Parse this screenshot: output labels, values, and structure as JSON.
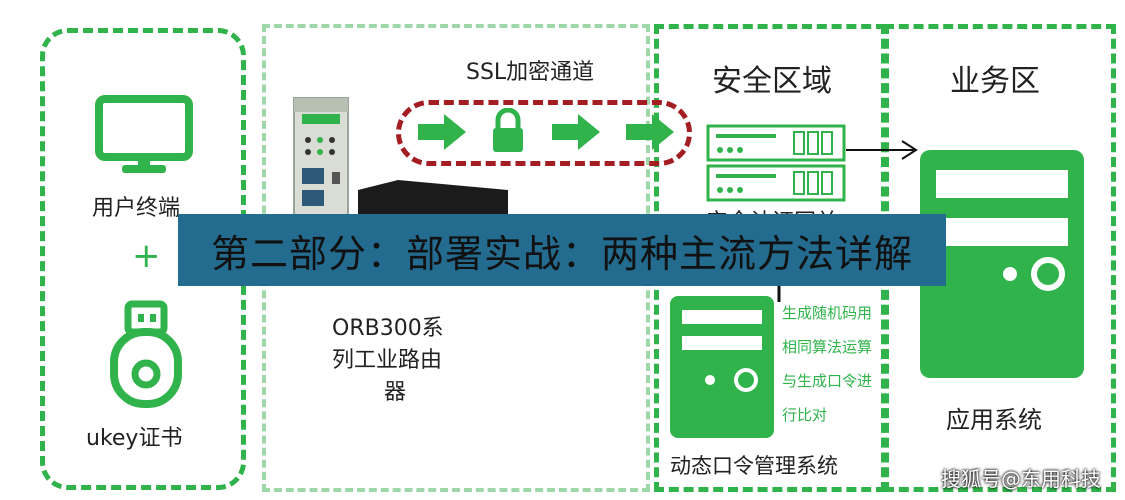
{
  "ssl_tunnel_label": "SSL加密通道",
  "user_terminal_label": "用户终端",
  "plus_sign": "+",
  "ukey_label": "ukey证书",
  "router_label_lines": [
    "ORB300系",
    "列工业路由",
    "器"
  ],
  "secure_zone_title": "安全区域",
  "business_zone_title": "业务区",
  "gateway_label": "安全认证网关",
  "otp_steps": [
    "生成随机码用",
    "相同算法运算",
    "与生成口令进",
    "行比对"
  ],
  "otp_system_label": "动态口令管理系统",
  "app_system_label": "应用系统",
  "banner_title": "第二部分：部署实战：两种主流方法详解",
  "watermark": "搜狐号@东用科技",
  "colors": {
    "accent_green": "#2fb34a",
    "tunnel_red": "#a31d23",
    "banner_blue": "#236b8f"
  }
}
